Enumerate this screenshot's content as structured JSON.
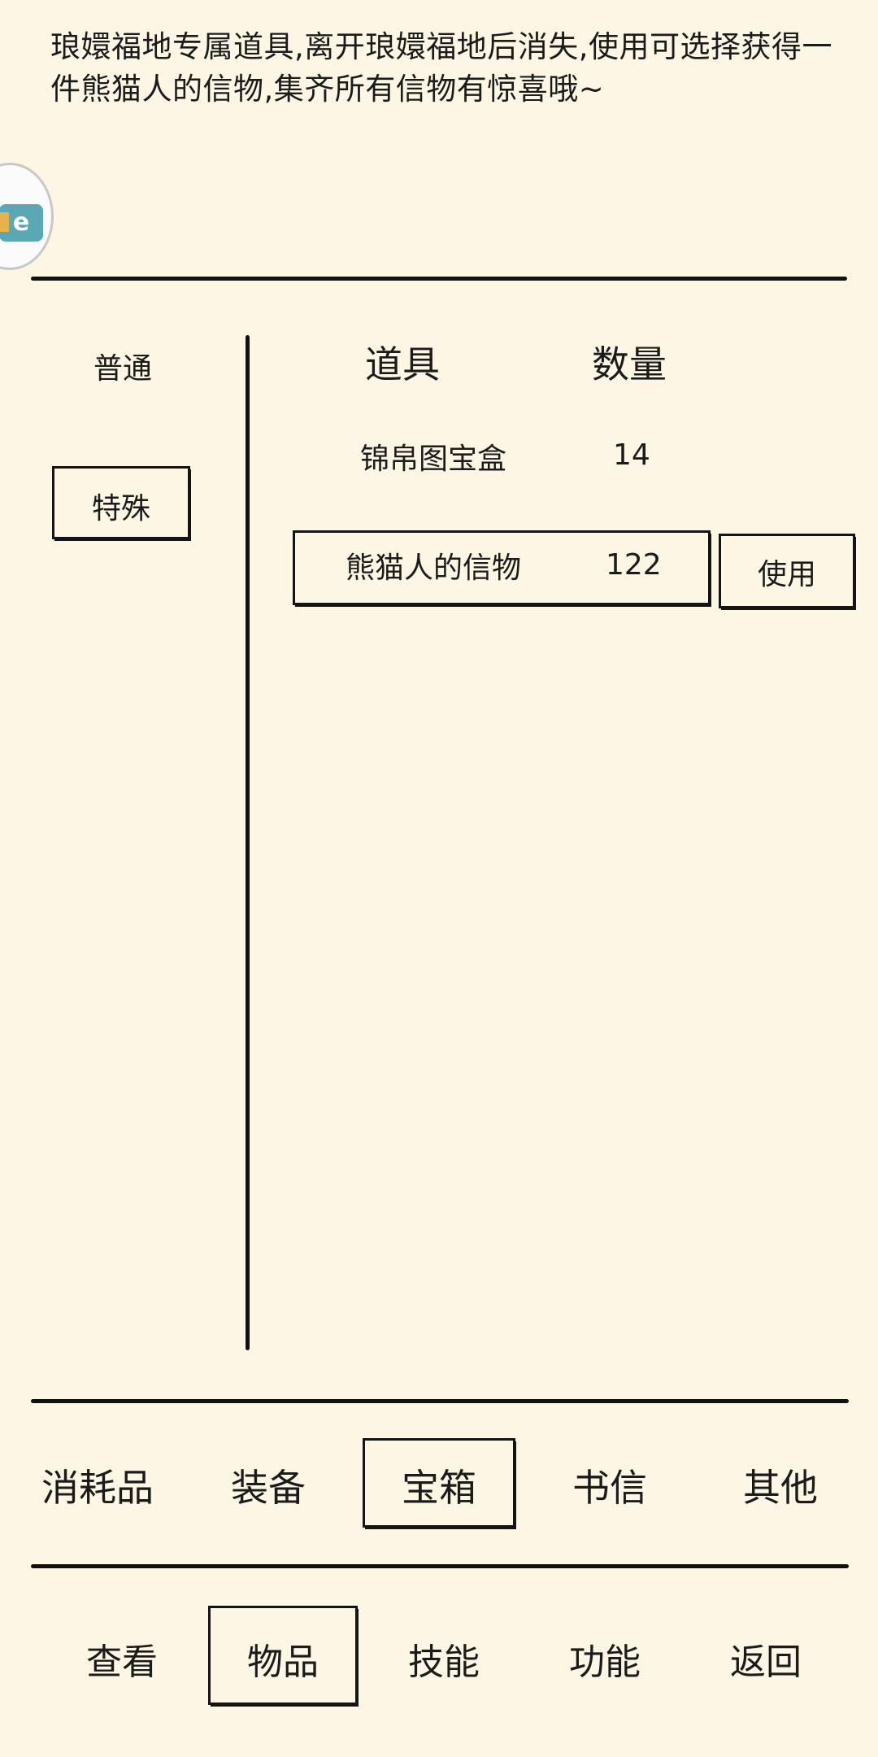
{
  "description": "琅嬛福地专属道具,离开琅嬛福地后消失,使用可选择获得一件熊猫人的信物,集齐所有信物有惊喜哦~",
  "badge": {
    "icon": "app-float-icon",
    "glyph": "e"
  },
  "left_categories": [
    {
      "label": "普通",
      "selected": false
    },
    {
      "label": "特殊",
      "selected": true
    }
  ],
  "table": {
    "headers": {
      "item": "道具",
      "qty": "数量"
    },
    "rows": [
      {
        "name": "锦帛图宝盒",
        "qty": "14",
        "selected": false
      },
      {
        "name": "熊猫人的信物",
        "qty": "122",
        "selected": true,
        "action": "使用"
      }
    ]
  },
  "item_tabs": [
    {
      "label": "消耗品",
      "selected": false
    },
    {
      "label": "装备",
      "selected": false
    },
    {
      "label": "宝箱",
      "selected": true
    },
    {
      "label": "书信",
      "selected": false
    },
    {
      "label": "其他",
      "selected": false
    }
  ],
  "bottom_nav": [
    {
      "label": "查看",
      "selected": false
    },
    {
      "label": "物品",
      "selected": true
    },
    {
      "label": "技能",
      "selected": false
    },
    {
      "label": "功能",
      "selected": false
    },
    {
      "label": "返回",
      "selected": false
    }
  ],
  "colors": {
    "background": "#fdf6e4",
    "ink": "#1b1b1b",
    "badge_teal": "#5aa7b5",
    "badge_yellow": "#e7b24a"
  }
}
